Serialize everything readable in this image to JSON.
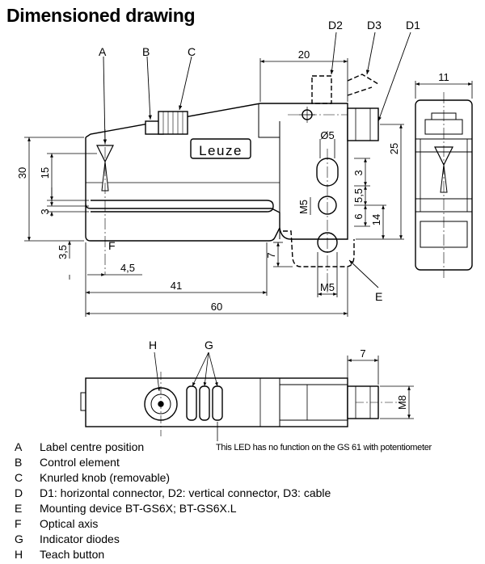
{
  "title": "Dimensioned drawing",
  "front_view": {
    "callouts": {
      "A": "A",
      "B": "B",
      "C": "C",
      "D2": "D2",
      "D3": "D3",
      "D1": "D1",
      "E": "E",
      "F": "F"
    },
    "brand": "Leuze",
    "dims": {
      "d20": "20",
      "d30": "30",
      "d15": "15",
      "d3_left": "3",
      "d3_5": "3,5",
      "d4_5": "4,5",
      "d41": "41",
      "d60": "60",
      "d_phi5": "Ø5",
      "d3_right": "3",
      "d5_5": "5,5",
      "dM5_upper": "M5",
      "d6": "6",
      "d14": "14",
      "d25": "25",
      "d7_left": "7",
      "dM5_lower": "M5"
    }
  },
  "side_view": {
    "dims": {
      "d11": "11"
    }
  },
  "bottom_view": {
    "callouts": {
      "H": "H",
      "G": "G"
    },
    "dims": {
      "d7": "7",
      "dM8": "M8"
    },
    "led_note": "This LED has no function on the GS 61 with potentiometer"
  },
  "legend": [
    {
      "key": "A",
      "text": "Label centre position"
    },
    {
      "key": "B",
      "text": "Control element"
    },
    {
      "key": "C",
      "text": "Knurled knob (removable)"
    },
    {
      "key": "D",
      "text": "D1: horizontal connector, D2: vertical connector, D3: cable"
    },
    {
      "key": "E",
      "text": "Mounting device BT-GS6X; BT-GS6X.L"
    },
    {
      "key": "F",
      "text": "Optical axis"
    },
    {
      "key": "G",
      "text": "Indicator diodes"
    },
    {
      "key": "H",
      "text": "Teach button"
    }
  ]
}
